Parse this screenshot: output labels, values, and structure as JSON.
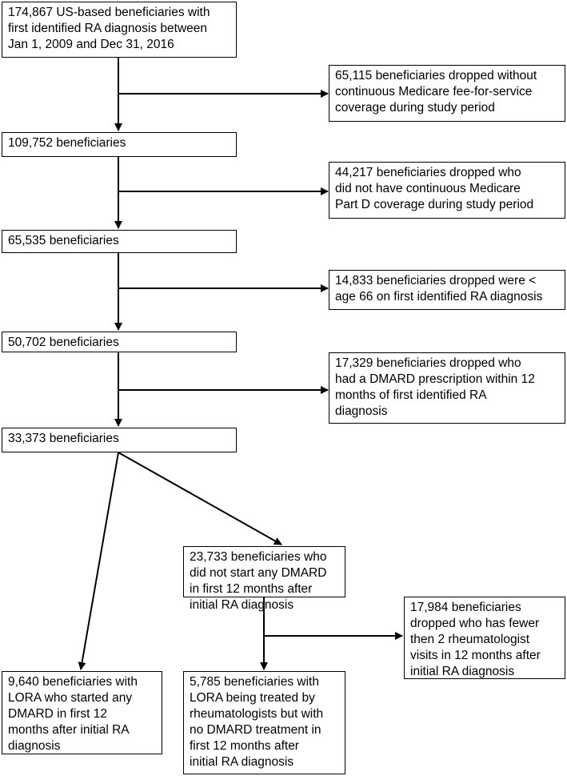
{
  "flowchart": {
    "boxes": {
      "initial": "174,867 US-based beneficiaries with\nfirst identified RA diagnosis between\nJan 1, 2009 and Dec 31, 2016",
      "excl_ffs": "65,115 beneficiaries dropped without\ncontinuous Medicare fee-for-service\ncoverage during study period",
      "step1": "109,752 beneficiaries",
      "excl_partd": "44,217 beneficiaries dropped who\ndid not have continuous Medicare\nPart D coverage during study period",
      "step2": "65,535 beneficiaries",
      "excl_age": "14,833 beneficiaries dropped were <\nage 66 on first identified RA diagnosis",
      "step3": "50,702 beneficiaries",
      "excl_dmard": "17,329 beneficiaries dropped who\nhad a DMARD prescription within 12\nmonths of first identified RA\ndiagnosis",
      "step4": "33,373 beneficiaries",
      "no_dmard": "23,733 beneficiaries who\ndid not start any DMARD\nin first 12 months after\ninitial RA diagnosis",
      "excl_rheum": "17,984 beneficiaries\ndropped who has fewer\nthen 2 rheumatologist\nvisits in 12 months after\ninitial RA diagnosis",
      "started_dmard": "9,640 beneficiaries with\nLORA who started any\nDMARD in first 12\nmonths after initial RA\ndiagnosis",
      "treated_no_dmard": "5,785 beneficiaries with\nLORA being treated by\nrheumatologists but with\nno DMARD treatment in\nfirst 12 months after\ninitial RA diagnosis"
    }
  }
}
